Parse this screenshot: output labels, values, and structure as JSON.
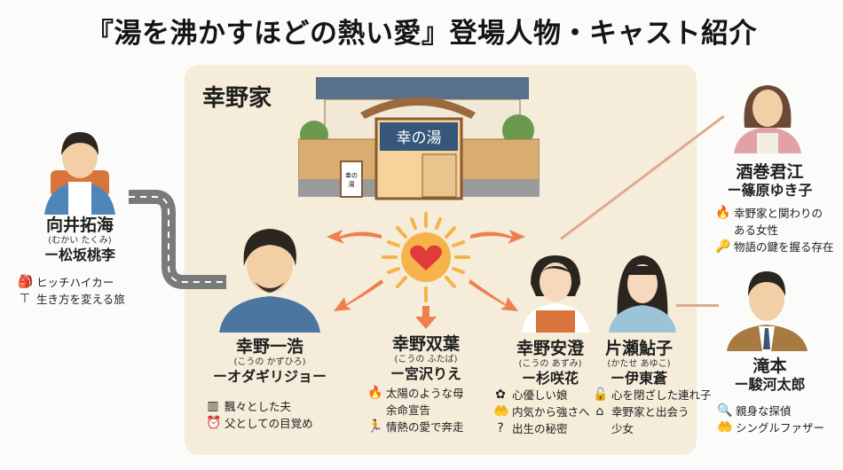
{
  "title": "『湯を沸かすほどの熱い愛』登場人物・キャスト紹介",
  "family_panel": {
    "label": "幸野家",
    "bathhouse_sign": "幸の湯",
    "bathhouse_board": "幸の湯"
  },
  "colors": {
    "panel": "#f5ecda",
    "arrow": "#ee7f4f",
    "sun": "#f6b34a",
    "heart": "#e03a3a",
    "connector": "#e0a98c",
    "road": "#7a7a7a"
  },
  "characters": [
    {
      "id": "takumi",
      "name": "向井拓海",
      "kana": "(むかい たくみ)",
      "actor": "ー松坂桃李",
      "traits": [
        {
          "icon": "backpack-icon",
          "glyph": "🎒",
          "text": "ヒッチハイカー"
        },
        {
          "icon": "signpost-icon",
          "glyph": "⊤",
          "text": "生き方を変える旅"
        }
      ]
    },
    {
      "id": "kazuhiro",
      "name": "幸野一浩",
      "kana": "(こうの かずひろ)",
      "actor": "ーオダギリジョー",
      "traits": [
        {
          "icon": "fence-icon",
          "glyph": "▥",
          "text": "飄々とした夫"
        },
        {
          "icon": "alarm-clock-icon",
          "glyph": "⏰",
          "text": "父としての目覚め"
        }
      ]
    },
    {
      "id": "futaba",
      "name": "幸野双葉",
      "kana": "(こうの ふたば)",
      "actor": "ー宮沢りえ",
      "traits": [
        {
          "icon": "flame-icon",
          "glyph": "🔥",
          "text": "太陽のような母"
        },
        {
          "icon": "",
          "glyph": "",
          "text": "余命宣告"
        },
        {
          "icon": "running-icon",
          "glyph": "🏃",
          "text": "情熱の愛で奔走"
        }
      ]
    },
    {
      "id": "azumi",
      "name": "幸野安澄",
      "kana": "(こうの あずみ)",
      "actor": "ー杉咲花",
      "traits": [
        {
          "icon": "flower-icon",
          "glyph": "✿",
          "text": "心優しい娘"
        },
        {
          "icon": "hands-question-icon",
          "glyph": "🤲",
          "text": "内気から強さへ"
        },
        {
          "icon": "question-icon",
          "glyph": "?",
          "text": "出生の秘密"
        }
      ]
    },
    {
      "id": "ayuko",
      "name": "片瀬鮎子",
      "kana": "(かたせ あゆこ)",
      "actor": "ー伊東蒼",
      "traits": [
        {
          "icon": "unlock-icon",
          "glyph": "🔓",
          "text": "心を閉ざした連れ子"
        },
        {
          "icon": "home-icon",
          "glyph": "⌂",
          "text": "幸野家と出会う"
        },
        {
          "icon": "",
          "glyph": "",
          "text": "少女"
        }
      ]
    },
    {
      "id": "kimie",
      "name": "酒巻君江",
      "kana": "",
      "actor": "ー篠原ゆき子",
      "traits": [
        {
          "icon": "flame-icon",
          "glyph": "🔥",
          "text": "幸野家と関わりの"
        },
        {
          "icon": "",
          "glyph": "",
          "text": "ある女性"
        },
        {
          "icon": "key-icon",
          "glyph": "🔑",
          "text": "物語の鍵を握る存在"
        }
      ]
    },
    {
      "id": "takimoto",
      "name": "滝本",
      "kana": "",
      "actor": "ー駿河太郎",
      "traits": [
        {
          "icon": "search-icon",
          "glyph": "🔍",
          "text": "親身な探偵"
        },
        {
          "icon": "hands-heart-icon",
          "glyph": "🤲",
          "text": "シングルファザー"
        }
      ]
    }
  ]
}
